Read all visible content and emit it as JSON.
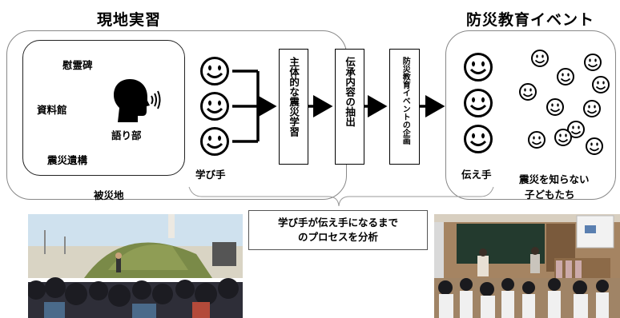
{
  "titles": {
    "left": "現地実習",
    "right": "防災教育イベント"
  },
  "site": {
    "memorial": "慰霊碑",
    "archive": "資料館",
    "ruins": "震災遺構",
    "storyteller": "語り部",
    "area": "被災地"
  },
  "learners": {
    "label": "学び手"
  },
  "steps": [
    "主体的な震災学習",
    "伝承内容の抽出",
    "防災教育イベントの企画"
  ],
  "event": {
    "tellers_label": "伝え手",
    "children_label_line1": "震災を知らない",
    "children_label_line2": "子どもたち"
  },
  "note": {
    "line1": "学び手が伝え手になるまで",
    "line2": "のプロセスを分析"
  },
  "icons": {
    "face": "smiley-face-icon",
    "speaker": "speaking-person-icon"
  }
}
